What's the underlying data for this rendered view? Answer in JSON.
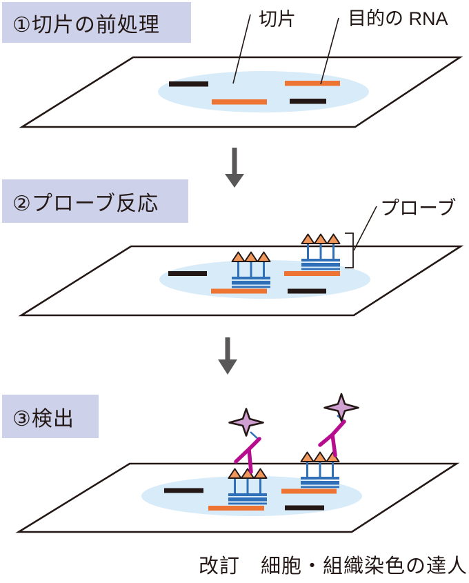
{
  "panels": [
    {
      "step_label": "①切片の前処理",
      "annotations": [
        {
          "label": "切片"
        },
        {
          "label": "目的の RNA"
        }
      ]
    },
    {
      "step_label": "②プローブ反応",
      "annotations": [
        {
          "label": "プローブ"
        }
      ]
    },
    {
      "step_label": "③検出",
      "annotations": []
    }
  ],
  "caption": "改訂　細胞・組織染色の達人",
  "colors": {
    "header_bg": "#cdd1e9",
    "ink": "#231815",
    "slide_fill": "#ffffff",
    "cell_ellipse": "#d8ebf9",
    "rna_orange": "#ee7434",
    "probe_blue": "#3070b8",
    "hapten_orange": "#f0975c",
    "antibody_magenta": "#b60d8e",
    "star_purple": "#d0a0d2",
    "arrow_gray": "#595757"
  }
}
